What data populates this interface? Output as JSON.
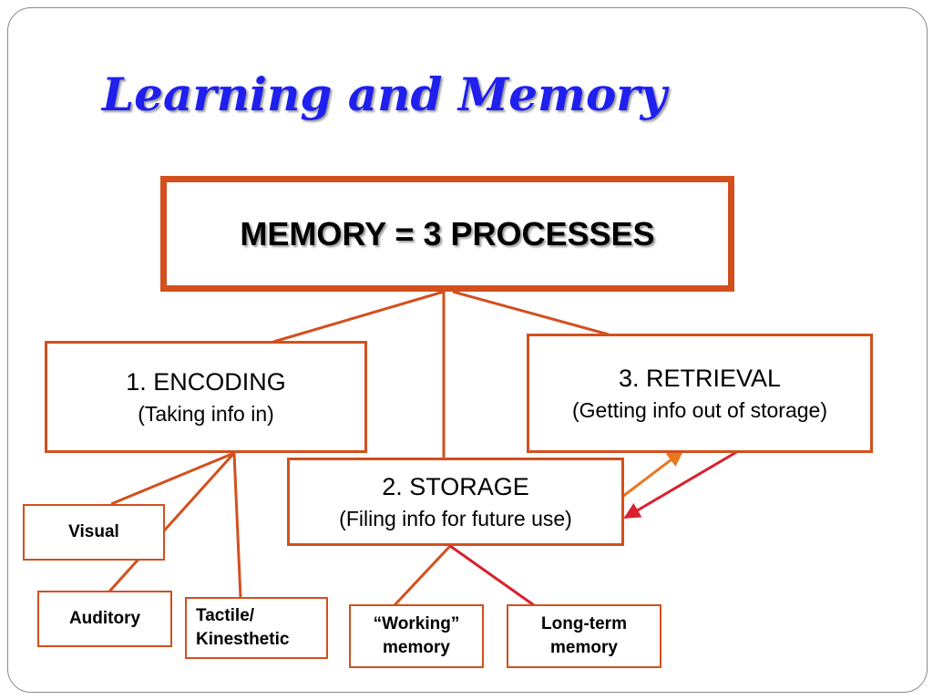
{
  "title": "Learning and Memory",
  "colors": {
    "title": "#1f1fee",
    "box_border": "#d2501e",
    "connector": "#d2501e",
    "retrieval_arrow": "#d8202e",
    "storage_arrow": "#e87820",
    "long_term_link": "#d8202e"
  },
  "main": {
    "label": "MEMORY = 3 PROCESSES"
  },
  "processes": {
    "encoding": {
      "label": "1.  ENCODING",
      "description": "(Taking info in)"
    },
    "storage": {
      "label": "2. STORAGE",
      "description": "(Filing info for future use)"
    },
    "retrieval": {
      "label": "3. RETRIEVAL",
      "description": "(Getting info out of storage)"
    }
  },
  "encoding_types": {
    "visual": "Visual",
    "auditory": "Auditory",
    "tactile_line1": "Tactile/",
    "tactile_line2": "Kinesthetic"
  },
  "storage_types": {
    "working_line1": "“Working”",
    "working_line2": "memory",
    "longterm_line1": "Long-term",
    "longterm_line2": "memory"
  }
}
